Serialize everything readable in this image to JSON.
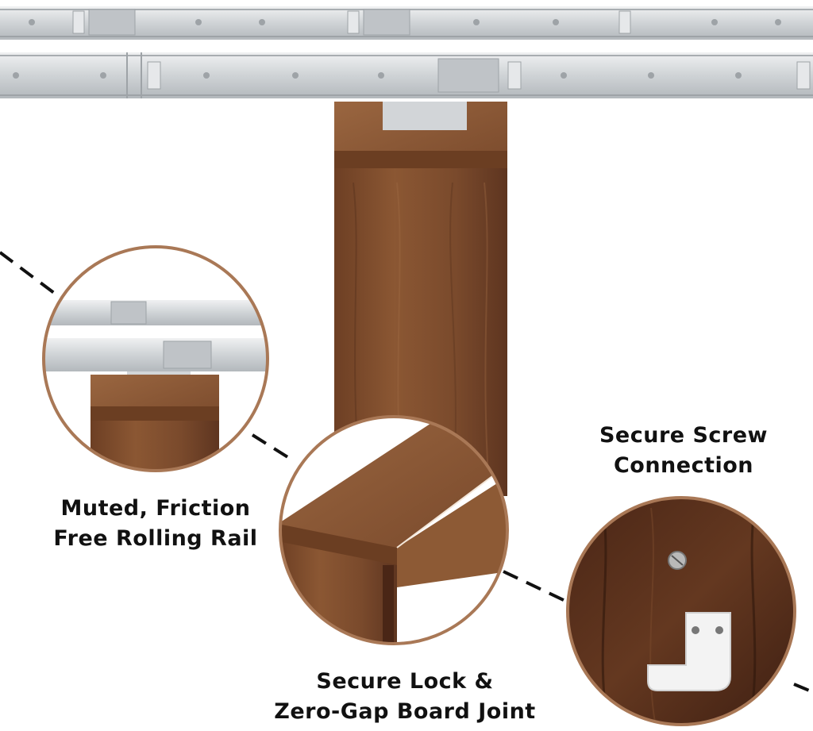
{
  "callouts": {
    "rolling_rail": {
      "line1": "Muted, Friction",
      "line2": "Free Rolling Rail"
    },
    "screw_connection": {
      "line1": "Secure Screw",
      "line2": "Connection"
    },
    "board_joint": {
      "line1": "Secure Lock &",
      "line2": "Zero-Gap Board Joint"
    }
  },
  "colors": {
    "walnut": "#7a4a2c",
    "walnut_dark": "#5a321c",
    "rail_steel": "#d6d9dc",
    "circle_border": "#a97856",
    "dashed_line": "#111111",
    "hook": "#f3f3f3"
  }
}
